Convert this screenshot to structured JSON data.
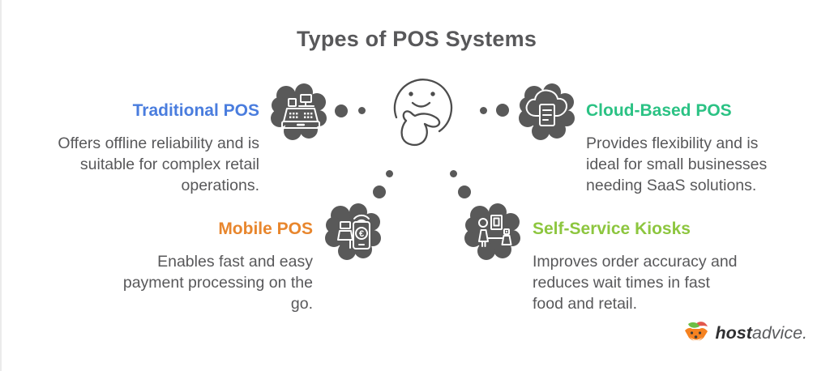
{
  "title": "Types of POS Systems",
  "center_illustration": "thinking-face",
  "sections": [
    {
      "id": "traditional-pos",
      "label": "Traditional POS",
      "color": "#4A7DDE",
      "icon": "cash-register-icon",
      "lines": [
        "Offers offline reliability and is",
        "suitable for complex retail",
        "operations."
      ]
    },
    {
      "id": "cloud-based-pos",
      "label": "Cloud-Based POS",
      "color": "#2BC284",
      "icon": "cloud-receipt-icon",
      "lines": [
        "Provides flexibility and is",
        "ideal for small businesses",
        "needing SaaS solutions."
      ]
    },
    {
      "id": "mobile-pos",
      "label": "Mobile POS",
      "color": "#E8862D",
      "icon": "mobile-payment-icon",
      "lines": [
        "Enables fast and easy",
        "payment processing on the",
        "go."
      ]
    },
    {
      "id": "self-service-kiosks",
      "label": "Self-Service Kiosks",
      "color": "#8DC63F",
      "icon": "kiosk-icon",
      "lines": [
        "Improves order accuracy and",
        "reduces wait times in fast",
        "food and retail."
      ]
    }
  ],
  "colors": {
    "text": "#58585A",
    "blob": "#595959",
    "face_stroke": "#4D4D4D"
  },
  "logo": {
    "bold": "host",
    "light": "advice."
  }
}
